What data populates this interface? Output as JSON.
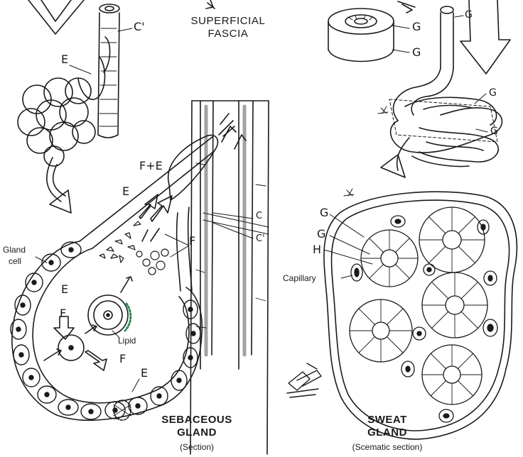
{
  "labels": {
    "superficial_1": "SUPERFICIAL",
    "superficial_2": "FASCIA",
    "c_prime_top": "C'",
    "e_top": "E",
    "g1": "G",
    "g2": "G",
    "g3": "G",
    "g_coil_1": "G",
    "g_coil_2": "G",
    "f_plus_e": "F+E",
    "e_duct": "E",
    "c_right": "C",
    "c_prime_right": "C'",
    "f_middle": "F",
    "gland_1": "Gland",
    "gland_2": "cell",
    "e_left": "E",
    "f_left": "F",
    "lipid": "Lipid",
    "f_bottom": "F",
    "e_bottom": "E",
    "g_sweat_1": "G",
    "g_sweat_2": "G",
    "h_sweat": "H",
    "capillary": "Capillary"
  },
  "titles": {
    "sebaceous_1": "SEBACEOUS",
    "sebaceous_2": "GLAND",
    "sebaceous_sub": "(Section)",
    "sweat_1": "SWEAT",
    "sweat_2": "GLAND",
    "sweat_sub": "(Scematic section)"
  },
  "colors": {
    "ink": "#1a1a1a",
    "lipid_accent": "#2e8b57",
    "paper": "#ffffff"
  }
}
